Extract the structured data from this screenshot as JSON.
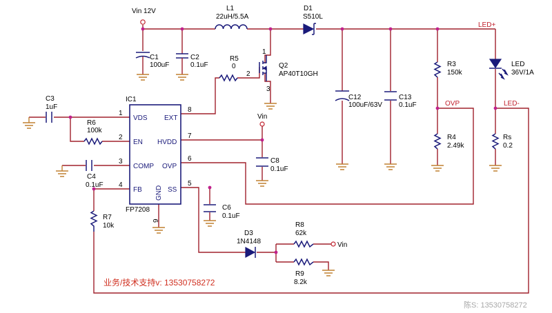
{
  "power": {
    "vin_main": "Vin 12V",
    "vin": "Vin"
  },
  "components": {
    "L1": {
      "ref": "L1",
      "value": "22uH/5.5A"
    },
    "D1": {
      "ref": "D1",
      "value": "S510L"
    },
    "C1": {
      "ref": "C1",
      "value": "100uF"
    },
    "C2": {
      "ref": "C2",
      "value": "0.1uF"
    },
    "R5": {
      "ref": "R5",
      "value": "0"
    },
    "Q2": {
      "ref": "Q2",
      "value": "AP40T10GH"
    },
    "C12": {
      "ref": "C12",
      "value": "100uF/63V"
    },
    "C13": {
      "ref": "C13",
      "value": "0.1uF"
    },
    "R3": {
      "ref": "R3",
      "value": "150k"
    },
    "R4": {
      "ref": "R4",
      "value": "2.49k"
    },
    "LED": {
      "ref": "LED",
      "value": "36V/1A"
    },
    "Rs": {
      "ref": "Rs",
      "value": "0.2"
    },
    "C3": {
      "ref": "C3",
      "value": "1uF"
    },
    "R6": {
      "ref": "R6",
      "value": "100k"
    },
    "C4": {
      "ref": "C4",
      "value": "0.1uF"
    },
    "R7": {
      "ref": "R7",
      "value": "10k"
    },
    "C8": {
      "ref": "C8",
      "value": "0.1uF"
    },
    "C6": {
      "ref": "C6",
      "value": "0.1uF"
    },
    "D3": {
      "ref": "D3",
      "value": "1N4148"
    },
    "R8": {
      "ref": "R8",
      "value": "62k"
    },
    "R9": {
      "ref": "R9",
      "value": "8.2k"
    }
  },
  "ic": {
    "ref": "IC1",
    "part": "FP7208",
    "pins_left": [
      {
        "num": "1",
        "name": "VDS"
      },
      {
        "num": "2",
        "name": "EN"
      },
      {
        "num": "3",
        "name": "COMP"
      },
      {
        "num": "4",
        "name": "FB"
      }
    ],
    "pins_right": [
      {
        "num": "8",
        "name": "EXT"
      },
      {
        "num": "7",
        "name": "HVDD"
      },
      {
        "num": "6",
        "name": "OVP"
      },
      {
        "num": "5",
        "name": "SS"
      }
    ],
    "pin_bottom": {
      "num": "9",
      "name": "GND"
    }
  },
  "mosfet_pins": {
    "gate": "2",
    "drain": "1",
    "source": "3"
  },
  "net_labels": {
    "led_plus": "LED+",
    "led_minus": "LED-",
    "ovp": "OVP"
  },
  "ad_text": "业务/技术支持v: 13530758272",
  "watermark": "陈S: 13530758272"
}
